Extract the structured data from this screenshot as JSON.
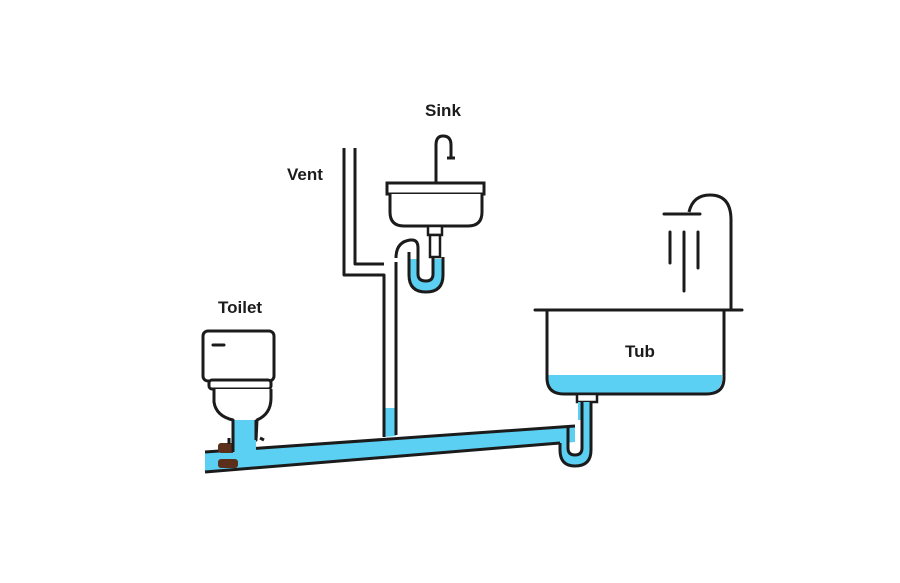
{
  "labels": {
    "sink": "Sink",
    "vent": "Vent",
    "toilet": "Toilet",
    "tub": "Tub"
  },
  "colors": {
    "outline": "#1b1b1b",
    "water": "#5bd0f2",
    "waste": "#5b2f1c",
    "background": "#ffffff"
  }
}
